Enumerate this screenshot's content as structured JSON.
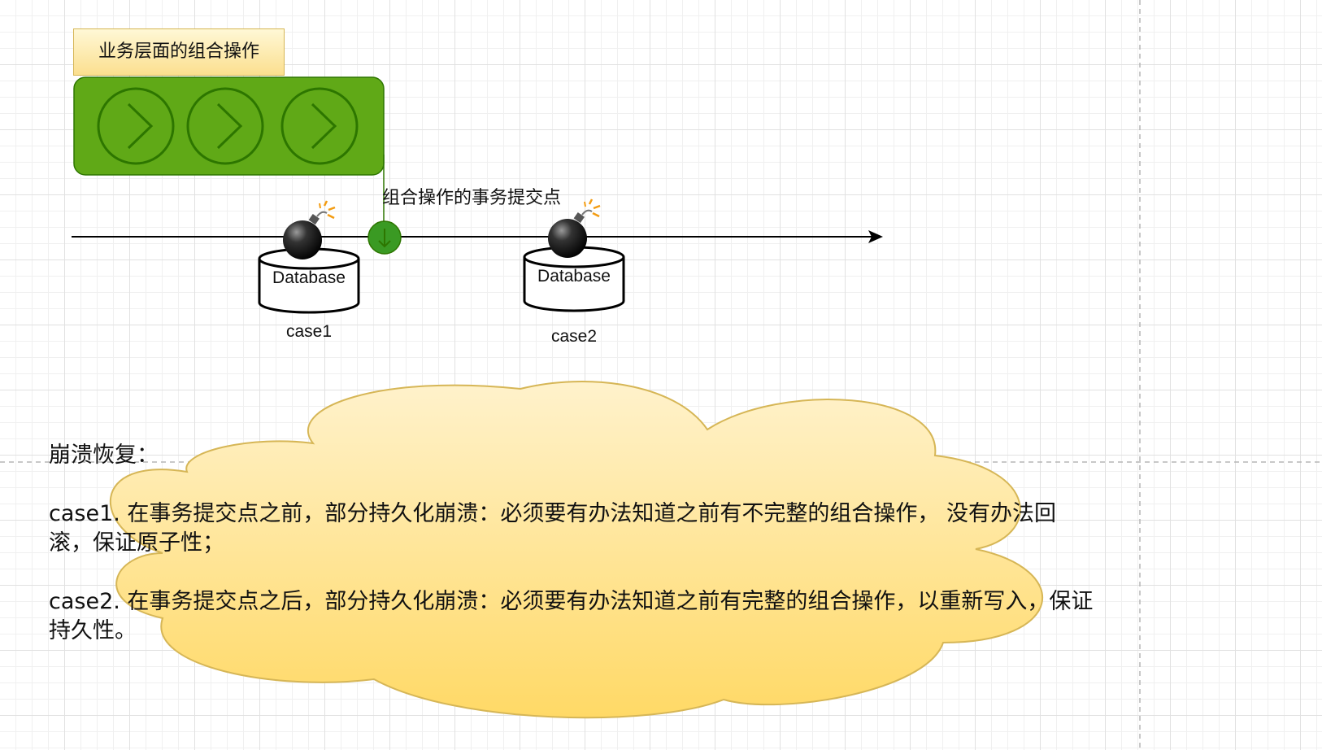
{
  "diagram": {
    "group_title": "业务层面的组合操作",
    "commit_point_label": "组合操作的事务提交点",
    "databases": [
      {
        "label": "Database",
        "caption": "case1"
      },
      {
        "label": "Database",
        "caption": "case2"
      }
    ],
    "recovery": {
      "heading": "崩溃恢复：",
      "case1": "case1. 在事务提交点之前，部分持久化崩溃：必须要有办法知道之前有不完整的组合操作， 没有办法回滚，保证原子性；",
      "case2": "case2. 在事务提交点之后，部分持久化崩溃：必须要有办法知道之前有完整的组合操作，以重新写入，保证持久性。"
    },
    "colors": {
      "group_fill": "#60a917",
      "group_stroke": "#2d7600",
      "commit_point": "#3a9a23",
      "cloud_top": "#fff2cc",
      "cloud_bottom": "#ffd966",
      "cloud_stroke": "#d6b656",
      "label_fill_top": "#fff8d6",
      "label_fill_bottom": "#fbdf8f"
    },
    "icons": [
      "chevron-right-circle-icon",
      "bomb-icon",
      "database-icon",
      "cloud-shape",
      "down-arrow-icon"
    ]
  }
}
